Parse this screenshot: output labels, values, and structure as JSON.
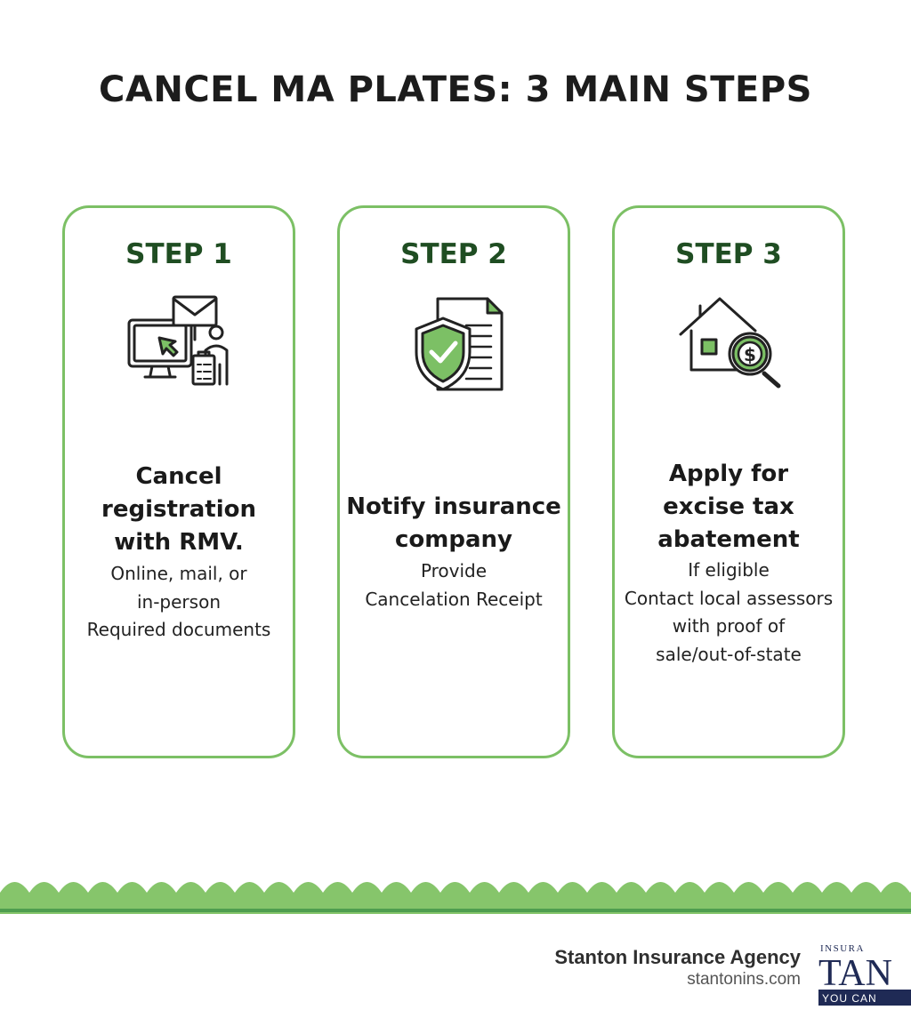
{
  "title": "CANCEL MA PLATES: 3 MAIN STEPS",
  "steps": [
    {
      "label": "STEP 1",
      "icon": "computer-mail-person-icon",
      "heading_lines": [
        "Cancel",
        "registration",
        "with RMV."
      ],
      "detail_lines": [
        "Online, mail, or",
        "in-person",
        "Required documents"
      ]
    },
    {
      "label": "STEP 2",
      "icon": "shield-document-icon",
      "heading_lines": [
        "Notify insurance",
        "company"
      ],
      "detail_lines": [
        "Provide",
        "Cancelation Receipt"
      ]
    },
    {
      "label": "STEP 3",
      "icon": "house-dollar-magnifier-icon",
      "heading_lines": [
        "Apply for",
        "excise tax",
        "abatement"
      ],
      "detail_lines": [
        "If eligible",
        "Contact local assessors",
        "with proof of",
        "sale/out-of-state"
      ]
    }
  ],
  "footer": {
    "company": "Stanton Insurance Agency",
    "url": "stantonins.com"
  },
  "logo": {
    "top_text": "INSURA",
    "main_text": "TAN",
    "bottom_text": "YOU CAN"
  },
  "colors": {
    "accent_green": "#7cc065",
    "dark_green": "#1f4d22",
    "logo_navy": "#1f2a55"
  }
}
